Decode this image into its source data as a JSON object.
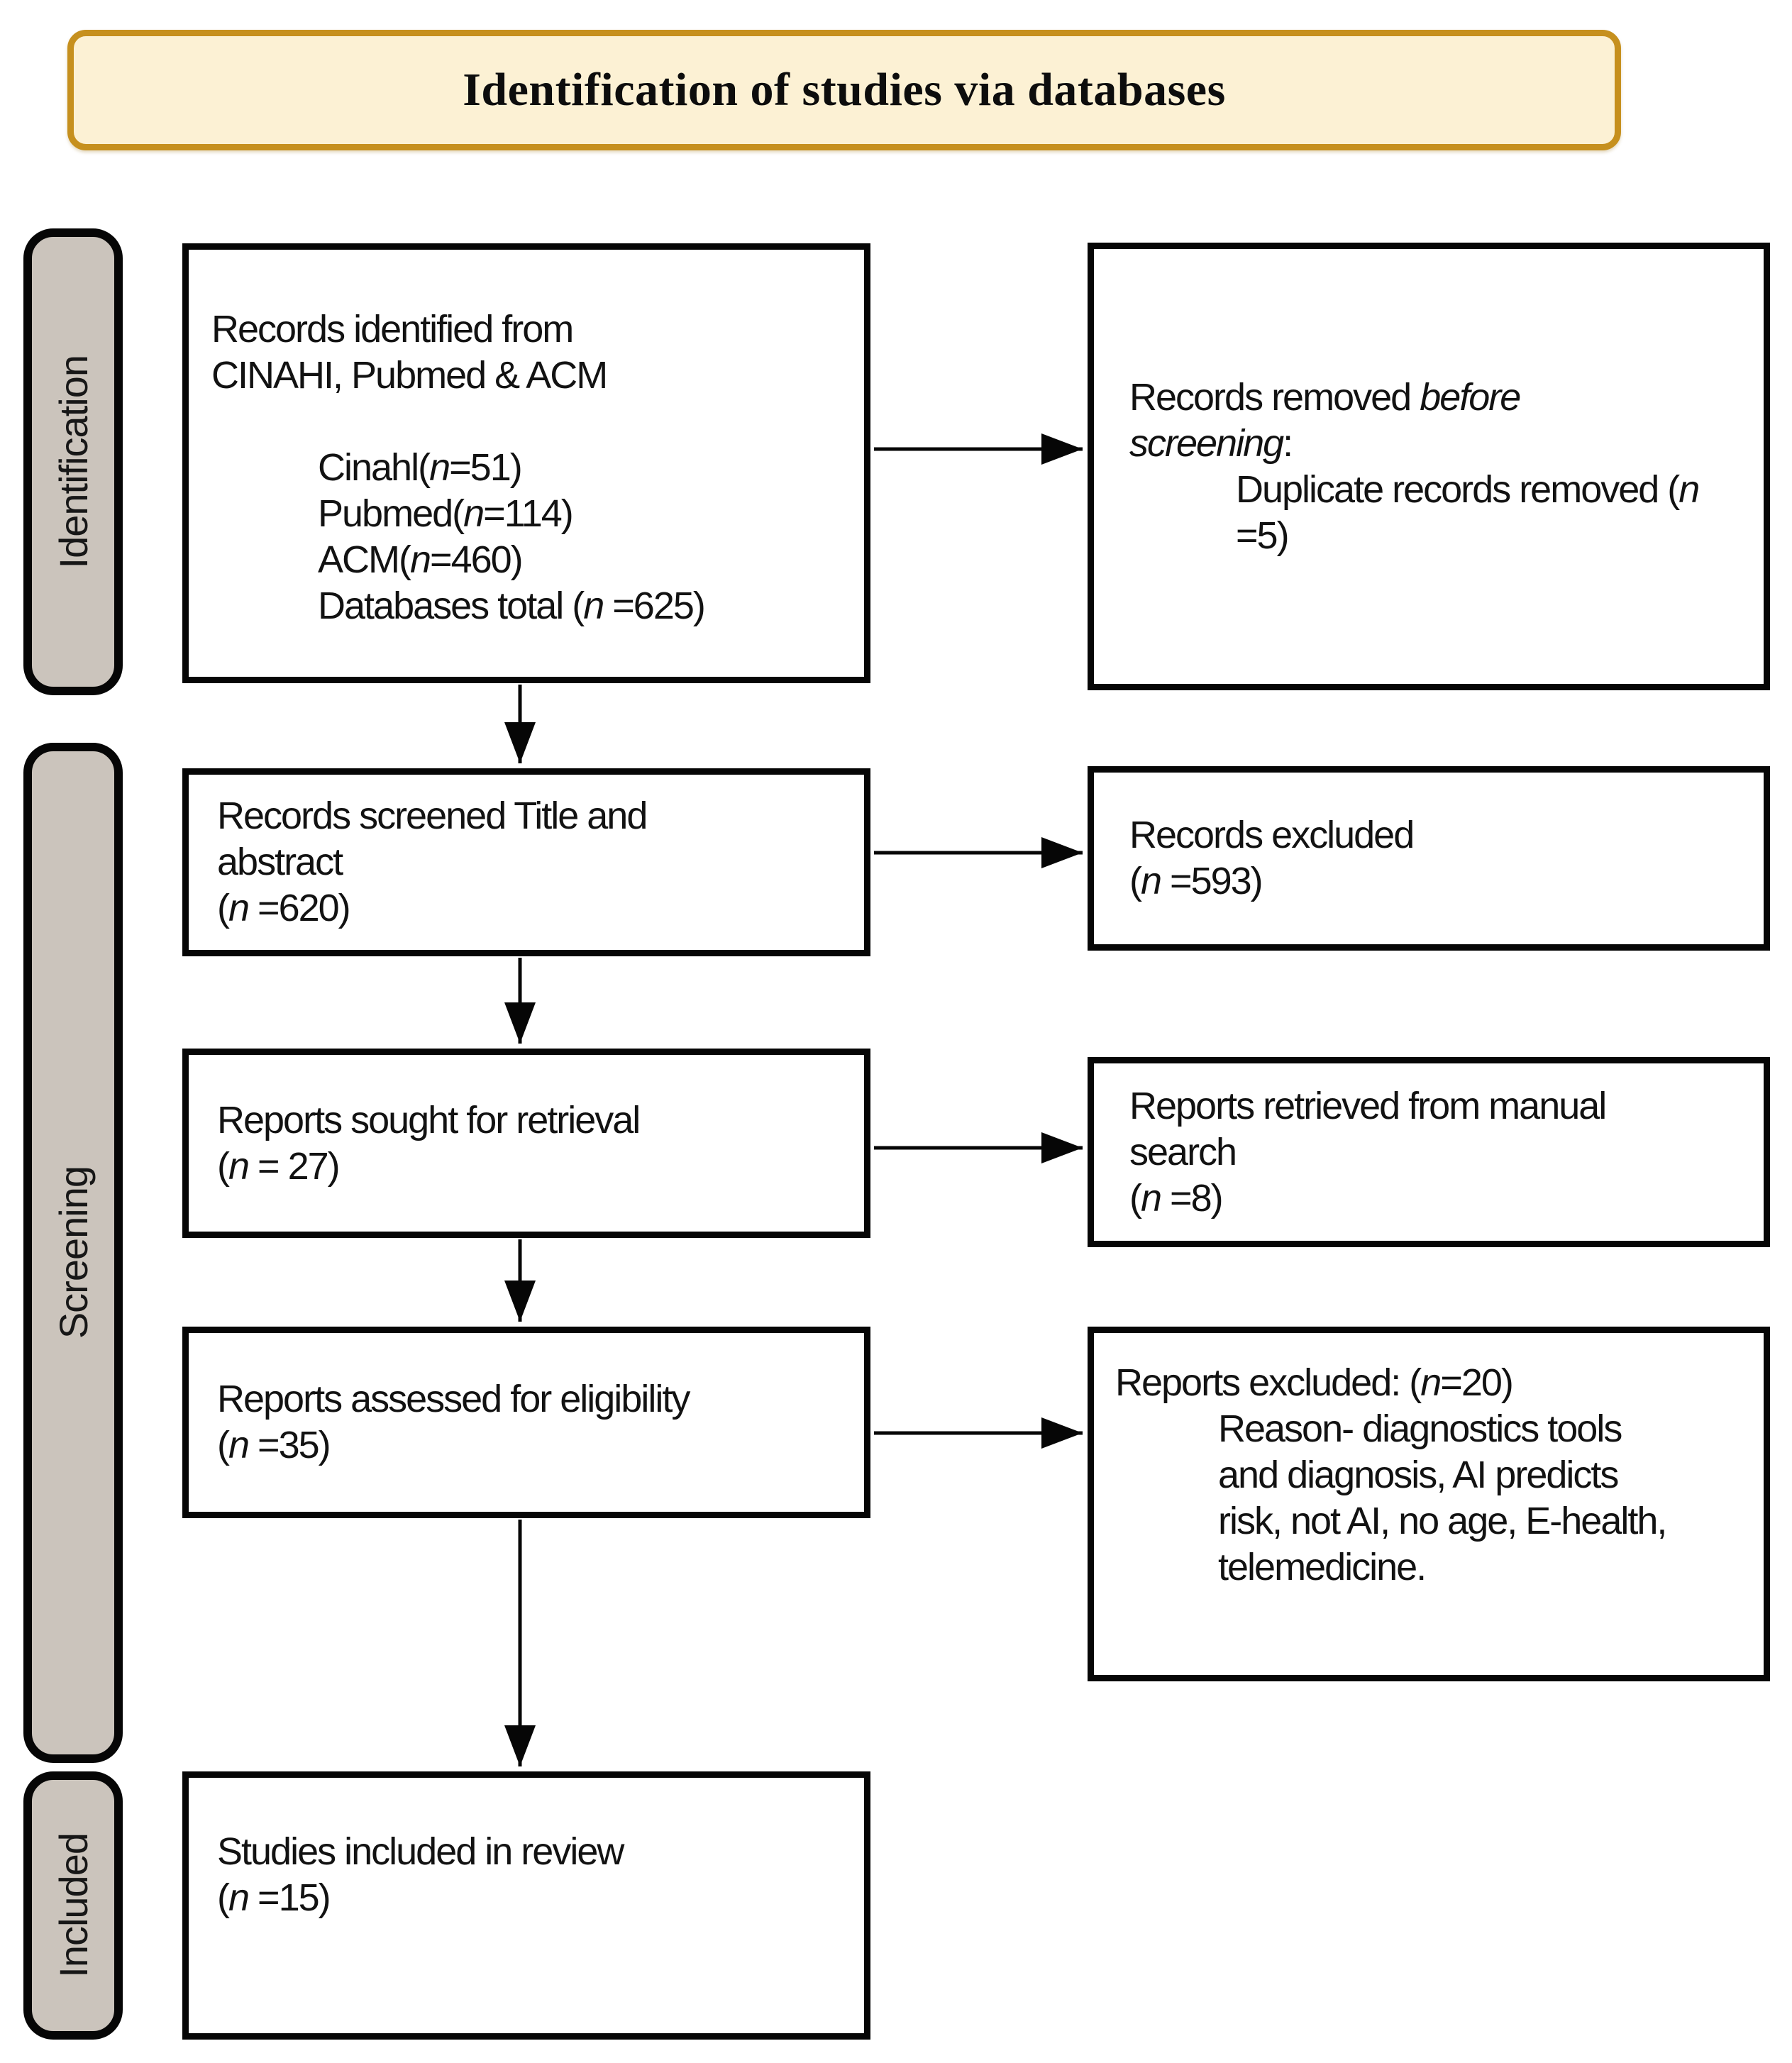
{
  "title": "Identification of studies via databases",
  "colors": {
    "title_bg": "#FCF1D4",
    "title_border": "#C6901E",
    "stage_bg": "#CBC4BC"
  },
  "stages": {
    "identification": "Identification",
    "screening": "Screening",
    "included": "Included"
  },
  "left": {
    "identified": {
      "heading": [
        "Records identified from",
        "CINAHI, Pubmed & ACM"
      ],
      "counts": [
        {
          "pre": "Cinahl(",
          "n": "n",
          "post": "=51)"
        },
        {
          "pre": "Pubmed(",
          "n": "n",
          "post": "=114)"
        },
        {
          "pre": "ACM(",
          "n": "n",
          "post": "=460)"
        },
        {
          "pre": "Databases total (",
          "n": "n",
          "post": " =625)"
        }
      ]
    },
    "screened": {
      "lines": [
        "Records screened Title and",
        "abstract"
      ],
      "count": {
        "pre": "(",
        "n": "n",
        "post": " =620)"
      }
    },
    "sought": {
      "lines": [
        "Reports sought for retrieval"
      ],
      "count": {
        "pre": "(",
        "n": "n",
        "post": " = 27)"
      }
    },
    "assessed": {
      "lines": [
        "Reports assessed for eligibility"
      ],
      "count": {
        "pre": "(",
        "n": "n",
        "post": " =35)"
      }
    },
    "included": {
      "lines": [
        "Studies included in review"
      ],
      "count": {
        "pre": "(",
        "n": "n",
        "post": " =15)"
      }
    }
  },
  "right": {
    "removed": {
      "lead": "Records removed ",
      "em1": "before",
      "em2": "screening",
      "colon": ":",
      "dup_pre": "Duplicate records removed (",
      "dup_n": "n",
      "dup_tail": "=5)"
    },
    "excluded": {
      "line": "Records excluded",
      "count": {
        "pre": "(",
        "n": "n",
        "post": " =593)"
      }
    },
    "manual": {
      "lines": [
        "Reports retrieved from manual",
        "search"
      ],
      "count": {
        "pre": "(",
        "n": "n",
        "post": " =8)"
      }
    },
    "reports_excluded": {
      "head": {
        "pre": "Reports excluded: (",
        "n": "n",
        "post": "=20)"
      },
      "reasons": [
        "Reason- diagnostics tools",
        "and diagnosis, AI predicts",
        "risk, not AI, no age, E-health,",
        "telemedicine."
      ]
    }
  }
}
